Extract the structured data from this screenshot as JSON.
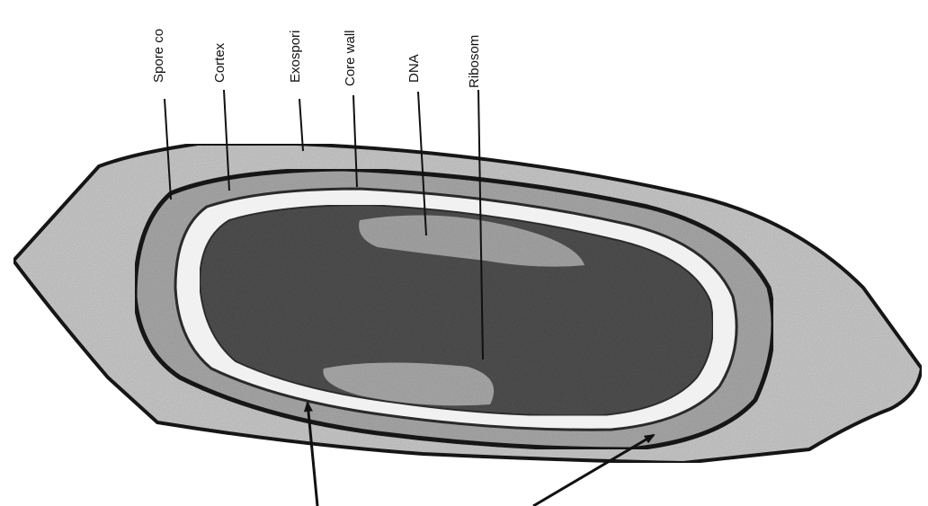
{
  "diagram": {
    "labels": {
      "spore_coat": "Spore co",
      "cortex": "Cortex",
      "exosporium": "Exospori",
      "core_wall": "Core wall",
      "dna": "DNA",
      "ribosomes": "Ribosom"
    }
  },
  "colors": {
    "ink": "#151515",
    "core_dark": "#3e3e3e",
    "core_light": "#9c9c9c",
    "cortex_band": "#f2f2f2",
    "coat_fill": "#b8b8b8"
  }
}
